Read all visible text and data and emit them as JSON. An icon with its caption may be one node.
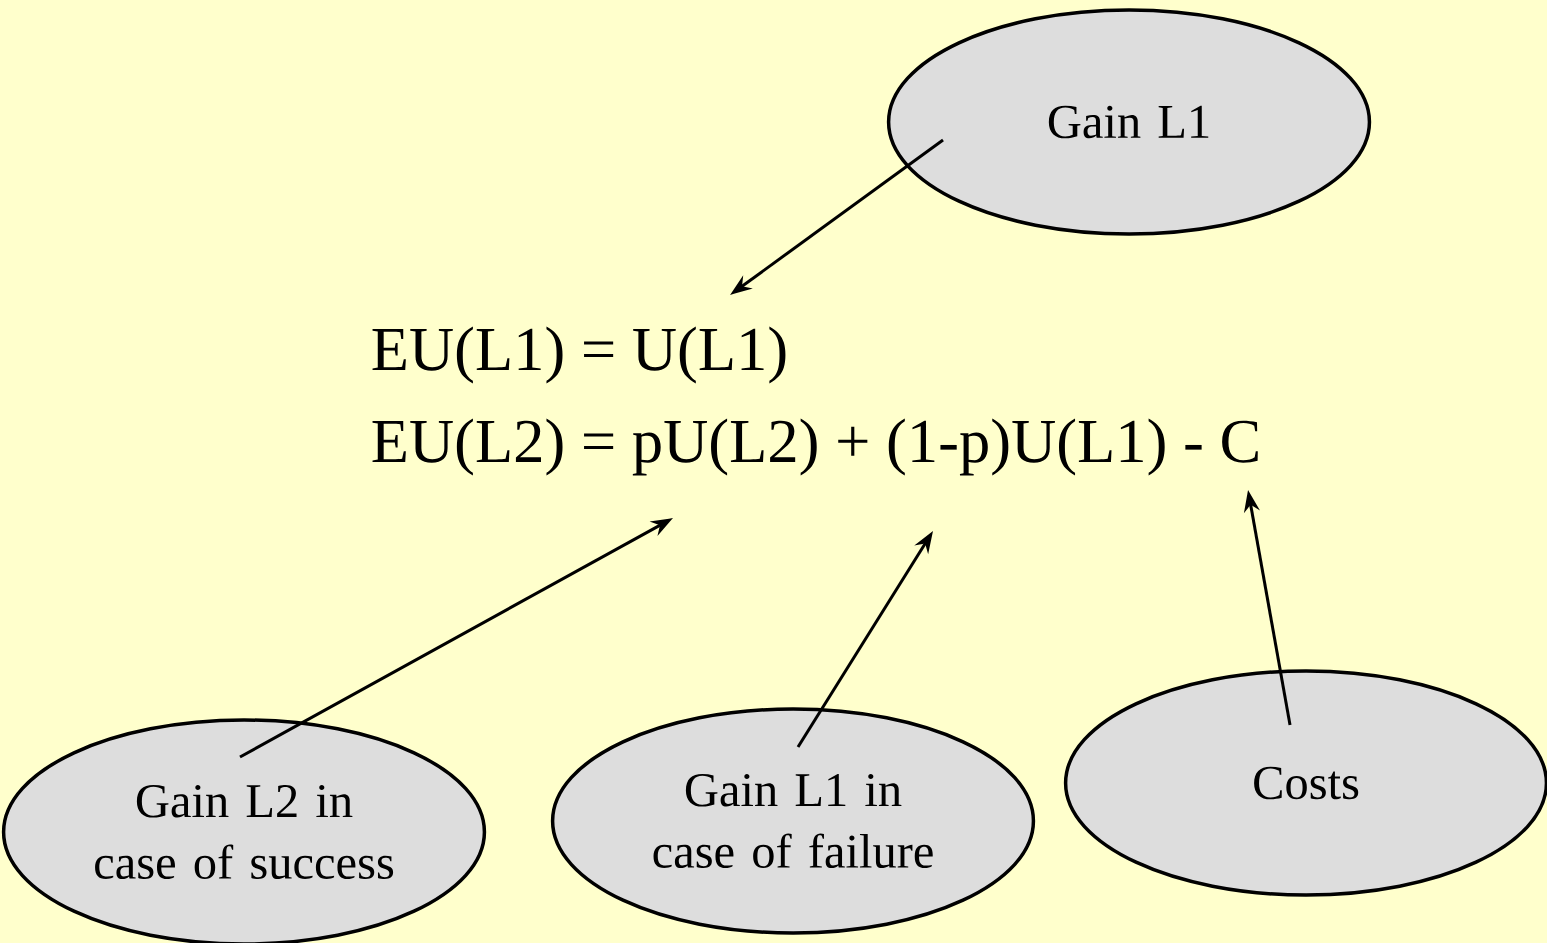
{
  "diagram": {
    "nodes": [
      {
        "text": [
          "Gain L1"
        ]
      },
      {
        "text": [
          "Gain L2 in case of success"
        ]
      },
      {
        "text": [
          "Gain L1 in case of failure"
        ]
      },
      {
        "text": [
          "Costs"
        ]
      },
      {
        "text": [
          "EU(L1) = U(L1)"
        ]
      },
      {
        "text": [
          "EU(L2) = pU(L2) + (1-p)U(L1) - C"
        ]
      }
    ],
    "edges": [
      {
        "from": 0,
        "to": 4,
        "arrow": "to"
      },
      {
        "from": 1,
        "to": 5,
        "arrow": "to"
      },
      {
        "from": 2,
        "to": 5,
        "arrow": "to"
      },
      {
        "from": 3,
        "to": 5,
        "arrow": "to"
      }
    ]
  }
}
